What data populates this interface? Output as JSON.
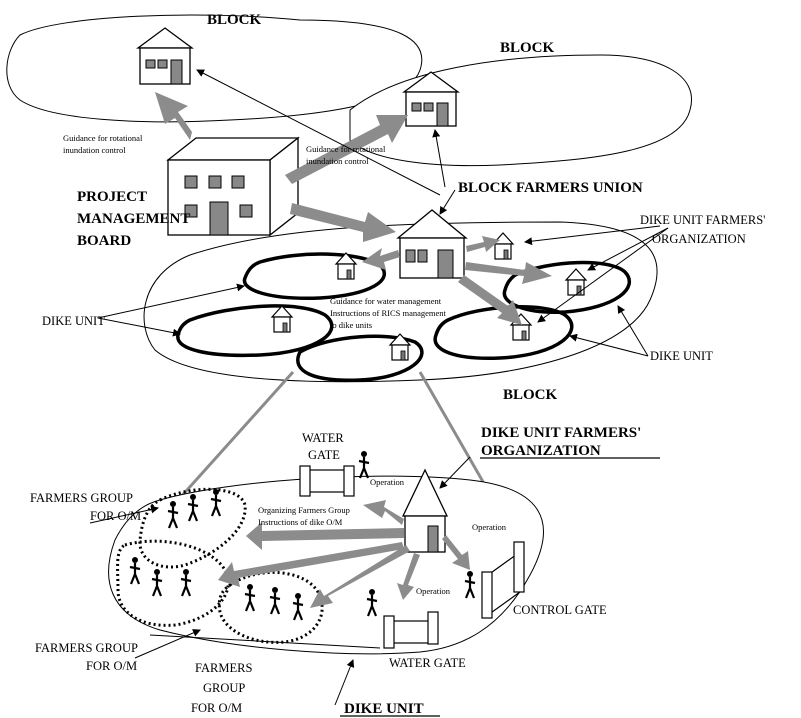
{
  "top_blocks": {
    "block_left": "BLOCK",
    "block_right": "BLOCK"
  },
  "pmb": {
    "line1": "PROJECT",
    "line2": "MANAGEMENT",
    "line3": "BOARD"
  },
  "guidance_rot_left": {
    "line1": "Guidance for rotational",
    "line2": "inundation control"
  },
  "guidance_rot_right": {
    "line1": "Guidance for rotational",
    "line2": "inundation control"
  },
  "block_farmers_union": "BLOCK FARMERS UNION",
  "dike_unit_farmers_org_top": {
    "line1": "DIKE UNIT FARMERS'",
    "line2": "ORGANIZATION"
  },
  "dike_unit_left": "DIKE UNIT",
  "dike_unit_right": "DIKE UNIT",
  "guidance_water": {
    "line1": "Guidance for water management",
    "line2": "Instructions of RICS management",
    "line3": "to dike units"
  },
  "block_middle": "BLOCK",
  "dike_unit_farmers_org_bottom": {
    "line1": "DIKE UNIT FARMERS'",
    "line2": "ORGANIZATION"
  },
  "water_gate_top": {
    "line1": "WATER",
    "line2": "GATE"
  },
  "operation_labels": [
    "Operation",
    "Operation",
    "Operation"
  ],
  "organizing": {
    "line1": "Organizing Farmers Group",
    "line2": "Instructions of dike O/M"
  },
  "farmers_group_top": {
    "line1": "FARMERS GROUP",
    "line2": "FOR O/M"
  },
  "control_gate": "CONTROL GATE",
  "farmers_group_left": {
    "line1": "FARMERS GROUP",
    "line2": "FOR O/M"
  },
  "farmers_group_center": {
    "line1": "FARMERS",
    "line2": "GROUP",
    "line3": "FOR O/M"
  },
  "water_gate_bottom": "WATER GATE",
  "dike_unit_bottom": "DIKE UNIT",
  "colors": {
    "arrow_gray": "#8c8c8c",
    "line": "#000000"
  }
}
